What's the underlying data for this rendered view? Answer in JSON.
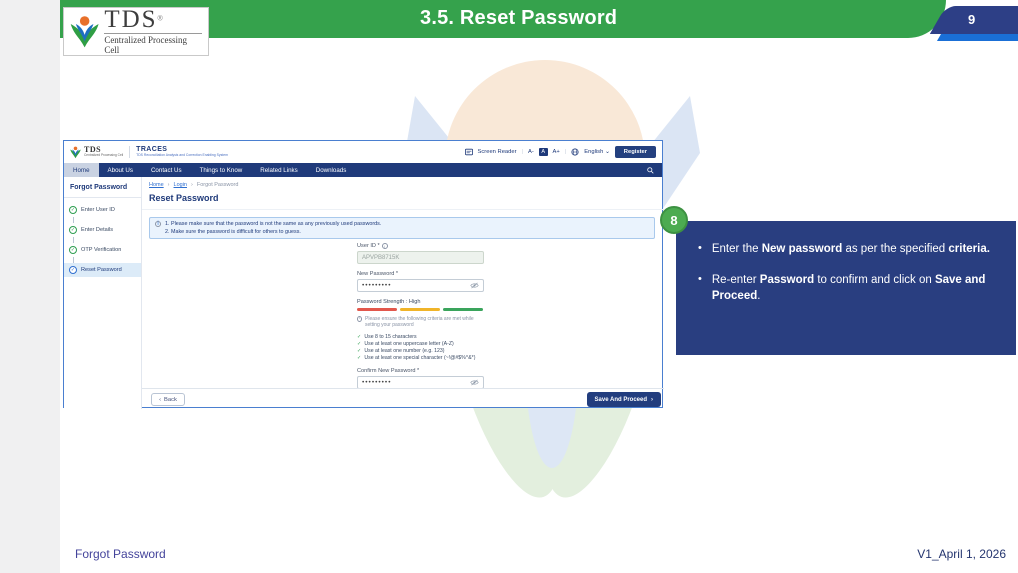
{
  "slide": {
    "title": "3.5. Reset Password",
    "page_number": "9",
    "footer_left": "Forgot Password",
    "footer_right": "V1_April 1, 2026",
    "logo": {
      "brand": "TDS",
      "registered": "®",
      "sub": "Centralized Processing Cell"
    }
  },
  "callout": {
    "step_number": "8",
    "bullets": [
      "Enter the **New password** as per the specified **criteria.**",
      "Re-enter **Password** to confirm and click on **Save and Proceed**."
    ]
  },
  "shot": {
    "header": {
      "brand": "TDS",
      "brand_sub": "Centralized Processing Cell",
      "product": "TRACES",
      "product_sub": "TDS Reconciliation Analysis and Correction Enabling System",
      "screen_reader": "Screen Reader",
      "font_small": "A-",
      "font_normal": "A",
      "font_large": "A+",
      "language": "English",
      "register": "Register"
    },
    "nav": {
      "items": [
        "Home",
        "About Us",
        "Contact Us",
        "Things to Know",
        "Related Links",
        "Downloads"
      ]
    },
    "sidebar": {
      "title": "Forgot Password",
      "steps": [
        {
          "label": "Enter User ID"
        },
        {
          "label": "Enter Details"
        },
        {
          "label": "OTP Verification"
        },
        {
          "label": "Reset Password"
        }
      ]
    },
    "breadcrumb": {
      "items": [
        "Home",
        "Login",
        "Forgot Password"
      ]
    },
    "page_title": "Reset Password",
    "alert": {
      "lines": [
        "1. Please make sure that the password is not the same as any previously used passwords.",
        "2. Make sure the password is difficult for others to guess."
      ]
    },
    "form": {
      "user_id_label": "User ID *",
      "user_id_value": "APVPB8715K",
      "new_password_label": "New Password *",
      "new_password_value": "•••••••••",
      "strength_label": "Password Strength : High",
      "criteria_note": "Please ensure the following criteria are met while setting your password",
      "criteria": [
        "Use 8 to 15 characters",
        "Use at least one uppercase letter (A-Z)",
        "Use at least one number (e.g. 123)",
        "Use at least one special character (~!@#$%^&*)"
      ],
      "confirm_password_label": "Confirm New Password *",
      "confirm_password_value": "•••••••••",
      "back_button": "Back",
      "save_button": "Save And Proceed"
    }
  },
  "icons": {
    "chevron_left": "‹",
    "chevron_right": "›",
    "breadcrumb_sep": "›",
    "dropdown": "⌄",
    "bullet": "•",
    "info": "i",
    "tick": "✓"
  },
  "colors": {
    "banner_green": "#35a24c",
    "navy": "#1f3a7a",
    "callout_navy": "#293e80",
    "page_tab_navy": "#2d3f86",
    "accent_blue": "#1a6fd6",
    "strength_weak": "#e2574c",
    "strength_medium": "#f0b429",
    "strength_strong": "#3aa45c",
    "step_done_green": "#2e9e50",
    "callout_circle_green": "#4cab51"
  }
}
